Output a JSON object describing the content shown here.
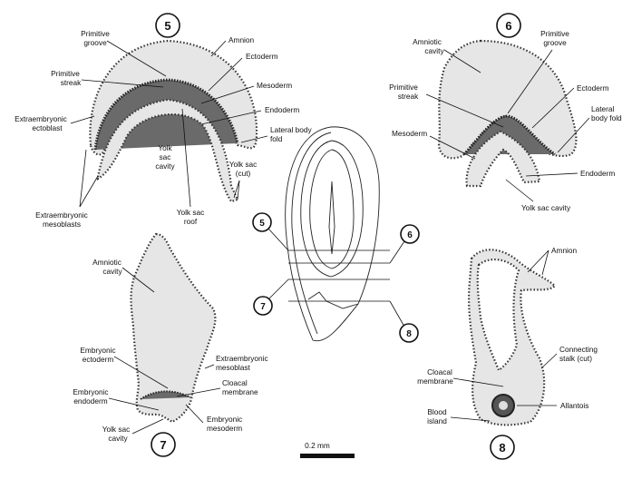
{
  "figure_numbers": {
    "s5": "5",
    "s6": "6",
    "s7": "7",
    "s8": "8"
  },
  "scale_bar": {
    "label": "0.2 mm"
  },
  "section5": {
    "primitive_groove": [
      "Primitive",
      "groove"
    ],
    "amnion": [
      "Amnion"
    ],
    "primitive_streak": [
      "Primitive",
      "streak"
    ],
    "ectoderm": [
      "Ectoderm"
    ],
    "mesoderm": [
      "Mesoderm"
    ],
    "extraembryonic_ectoblast": [
      "Extraembryonic",
      "ectoblast"
    ],
    "endoderm": [
      "Endoderm"
    ],
    "lateral_body_fold": [
      "Lateral body",
      "fold"
    ],
    "yolk_sac_cavity": [
      "Yolk",
      "sac",
      "cavity"
    ],
    "yolk_sac_cut": [
      "Yolk sac",
      "(cut)"
    ],
    "extraembryonic_mesoblasts": [
      "Extraembryonic",
      "mesoblasts"
    ],
    "yolk_sac_roof": [
      "Yolk sac",
      "roof"
    ]
  },
  "section6": {
    "amniotic_cavity": [
      "Amniotic",
      "cavity"
    ],
    "primitive_groove": [
      "Primitive",
      "groove"
    ],
    "primitive_streak": [
      "Primitive",
      "streak"
    ],
    "ectoderm": [
      "Ectoderm"
    ],
    "lateral_body_fold": [
      "Lateral",
      "body fold"
    ],
    "mesoderm": [
      "Mesoderm"
    ],
    "endoderm": [
      "Endoderm"
    ],
    "yolk_sac_cavity": [
      "Yolk sac cavity"
    ]
  },
  "section7": {
    "amniotic_cavity": [
      "Amniotic",
      "cavity"
    ],
    "embryonic_ectoderm": [
      "Embryonic",
      "ectoderm"
    ],
    "extraembryonic_mesoblast": [
      "Extraembryonic",
      "mesoblast"
    ],
    "cloacal_membrane": [
      "Cloacal",
      "membrane"
    ],
    "embryonic_endoderm": [
      "Embryonic",
      "endoderm"
    ],
    "embryonic_mesoderm": [
      "Embryonic",
      "mesoderm"
    ],
    "yolk_sac_cavity": [
      "Yolk sac",
      "cavity"
    ]
  },
  "section8": {
    "amnion": [
      "Amnion"
    ],
    "connecting_stalk": [
      "Connecting",
      "stalk (cut)"
    ],
    "cloacal_membrane": [
      "Cloacal",
      "membrane"
    ],
    "allantois": [
      "Allantois"
    ],
    "blood_island": [
      "Blood",
      "island"
    ]
  }
}
